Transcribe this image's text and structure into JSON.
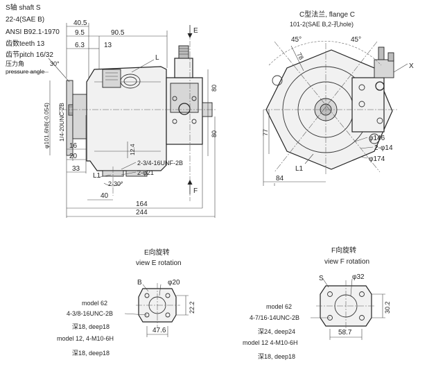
{
  "side_view": {
    "shaft_title": "S轴 shaft S",
    "shaft_spec": "22-4(SAE B)",
    "standard": "ANSI B92.1-1970",
    "teeth": "齿数teeth 13",
    "pitch": "齿节pitch 16/32",
    "angle_cn": "压力角",
    "angle_value": "30°",
    "angle_en": "pressure angle",
    "dia_pilot": "φ101.6h8(-0.054)",
    "port_thread": "1/4-20UNC-2B",
    "dims": {
      "d40_5": "40.5",
      "d9_5": "9.5",
      "d90_5": "90.5",
      "d6_3": "6.3",
      "d13": "13",
      "d16": "16",
      "d20": "20",
      "d33": "33",
      "d40": "40",
      "d164": "164",
      "d244": "244",
      "d80_top": "80",
      "d80_bot": "80",
      "d12_4": "12.4"
    },
    "callouts": {
      "L": "L",
      "L1": "L1",
      "E": "E",
      "F": "F",
      "ports_thread": "2-3/4-16UNF-2B",
      "ports_dia": "2-φ21",
      "ports_angle": "2-30°"
    }
  },
  "front_view": {
    "title_cn": "C型法兰, flange C",
    "title_spec": "101-2(SAE B,2-孔hole)",
    "angle_left": "45°",
    "angle_right": "45°",
    "d78": "78",
    "d146": "φ146",
    "holes": "2-φ14",
    "d174": "φ174",
    "d77": "77",
    "d84": "84",
    "L1": "L1",
    "X": "X"
  },
  "view_e": {
    "title_cn": "E向旋转",
    "title_en": "view E rotation",
    "B": "B",
    "dia": "φ20",
    "model62": "model 62",
    "thread62": "4-3/8-16UNC-2B",
    "deep62": "深18, deep18",
    "model12": "model 12, 4-M10-6H",
    "deep12": "深18, deep18",
    "w": "47.6",
    "h": "22.2"
  },
  "view_f": {
    "title_cn": "F向旋转",
    "title_en": "view F rotation",
    "S": "S",
    "dia": "φ32",
    "model62": "model 62",
    "thread62": "4-7/16-14UNC-2B",
    "deep62": "深24, deep24",
    "model12": "model 12 4-M10-6H",
    "deep12": "深18, deep18",
    "w": "58.7",
    "h": "30.2"
  }
}
